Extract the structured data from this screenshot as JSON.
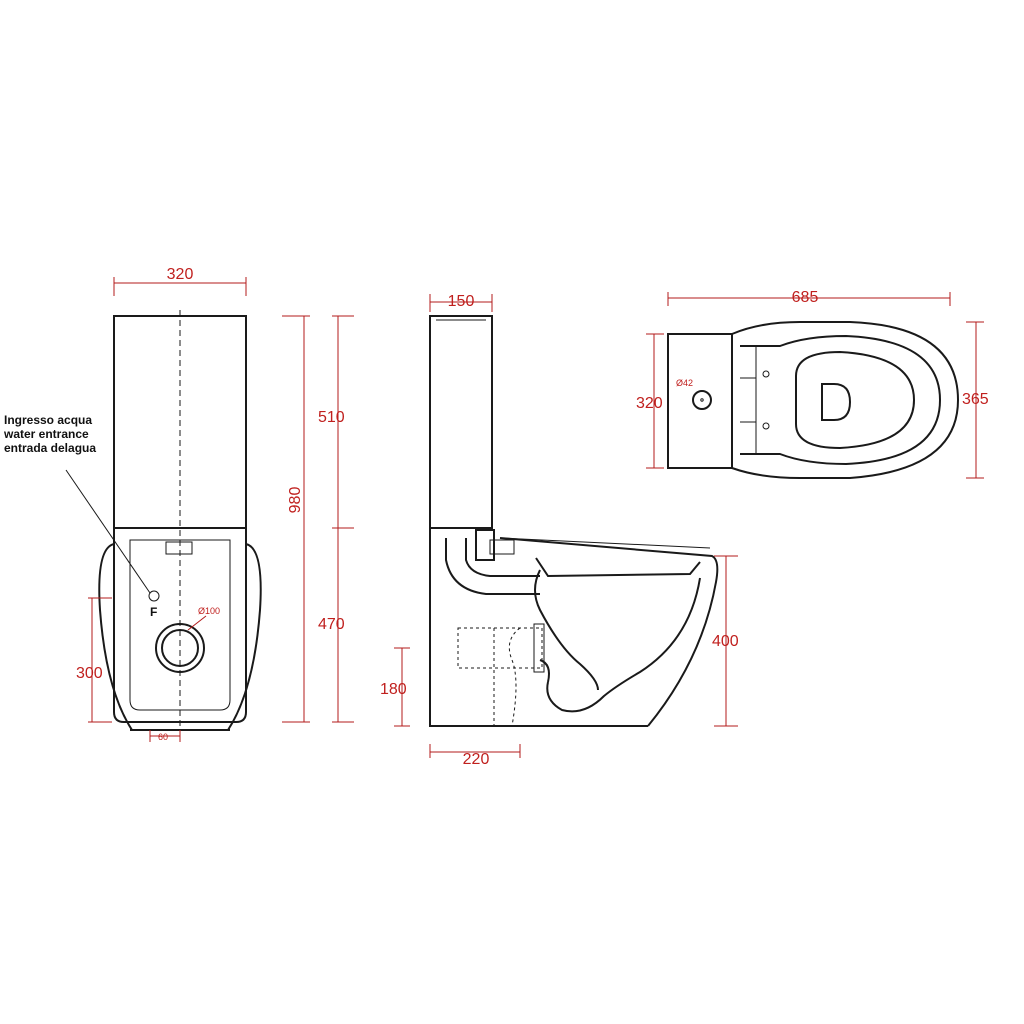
{
  "dimensions": {
    "front_width": "320",
    "front_total_height": "980",
    "front_tank_height": "510",
    "front_base_height": "470",
    "front_inlet_height": "300",
    "front_bottom_offset": "60",
    "front_outlet_diameter": "Ø100",
    "side_tank_depth": "150",
    "side_base_depth": "220",
    "side_bowl_height": "400",
    "side_outlet_height": "180",
    "top_length": "685",
    "top_rear_width": "320",
    "top_bowl_width": "365",
    "top_hole_diameter": "Ø42"
  },
  "labels": {
    "inlet_line1": "Ingresso acqua",
    "inlet_line2": "water entrance",
    "inlet_line3": "entrada delagua",
    "inlet_marker": "F"
  },
  "colors": {
    "outline": "#1a1a1a",
    "dimension": "#c0201e"
  }
}
